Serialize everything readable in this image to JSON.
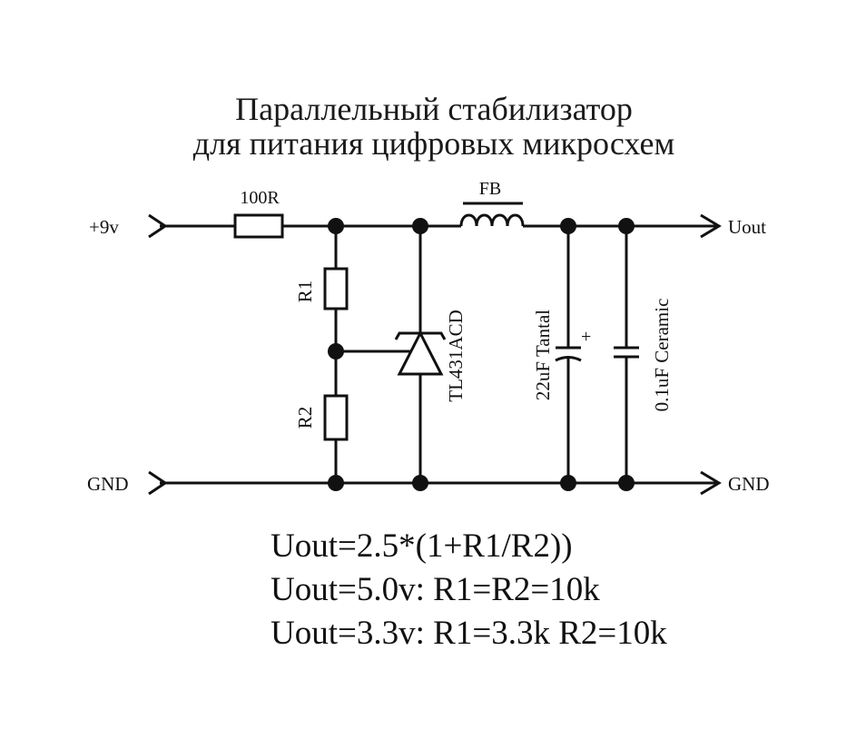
{
  "title": {
    "line1": "Параллельный стабилизатор",
    "line2": "для питания цифровых микросхем"
  },
  "labels": {
    "input": "+9v",
    "output": "Uout",
    "gnd_left": "GND",
    "gnd_right": "GND",
    "resistor_100r": "100R",
    "ferrite": "FB",
    "r1": "R1",
    "r2": "R2",
    "regulator": "TL431ACD",
    "cap_tantal": "22uF Tantal",
    "cap_tantal_polarity": "+",
    "cap_ceramic": "0.1uF Ceramic"
  },
  "formulas": {
    "line1": "Uout=2.5*(1+R1/R2))",
    "line2": "Uout=5.0v: R1=R2=10k",
    "line3": "Uout=3.3v: R1=3.3k R2=10k"
  }
}
